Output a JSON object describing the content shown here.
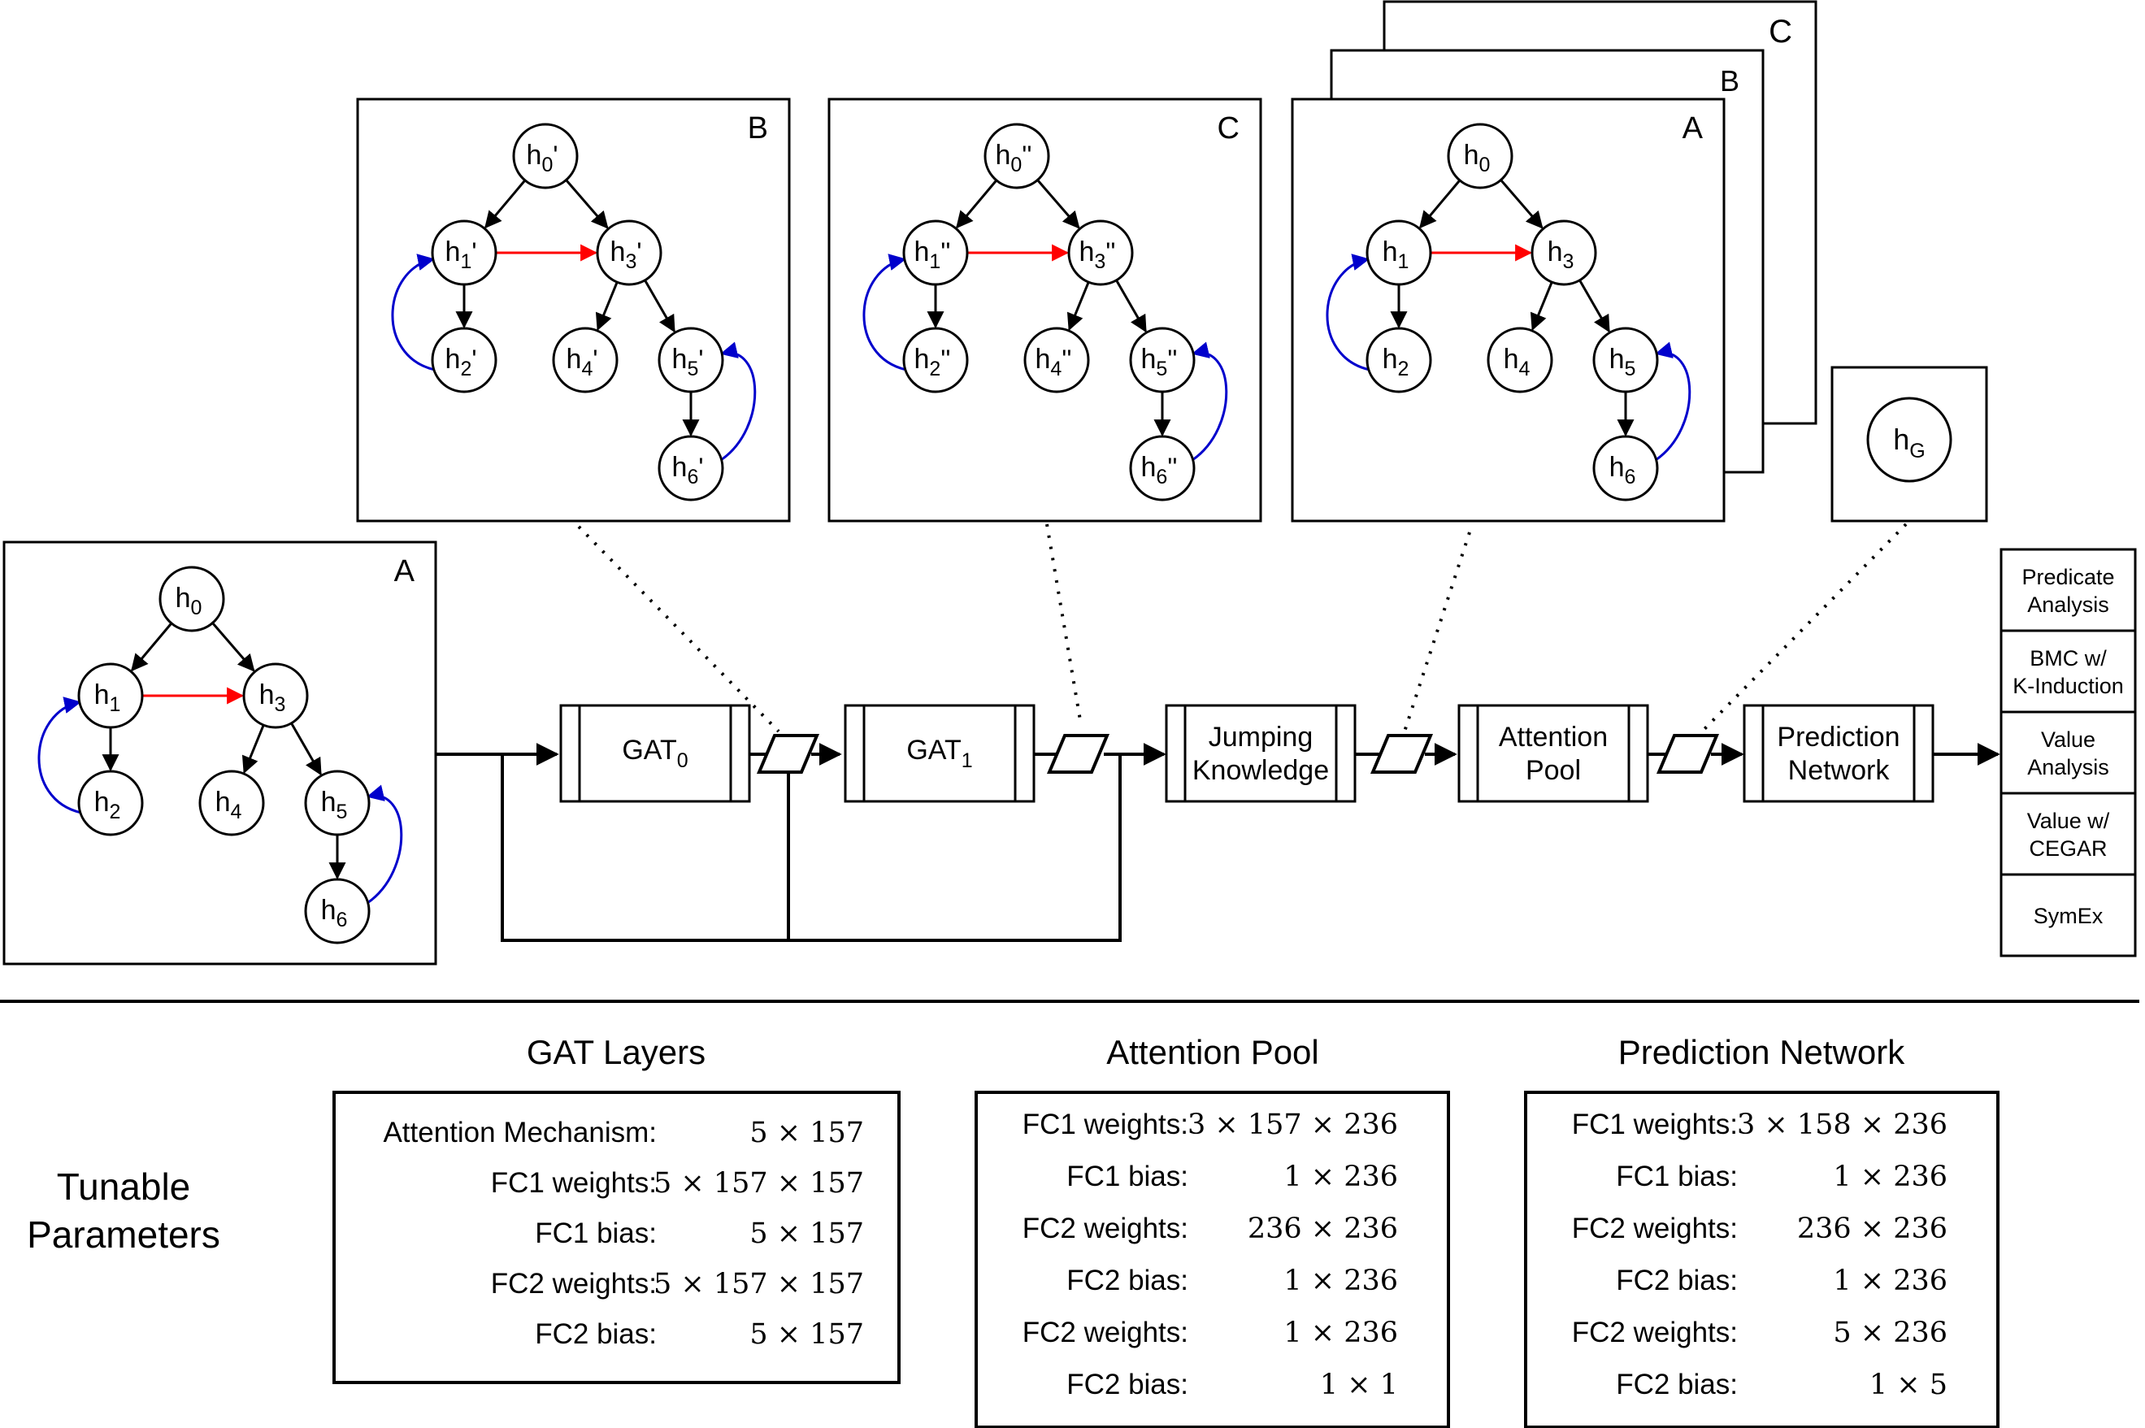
{
  "colors": {
    "ink": "#000000",
    "red_edge": "#ff0000",
    "blue_edge": "#0000cc",
    "background": "#ffffff"
  },
  "graph_panels": [
    {
      "id": "input-a",
      "label": "A",
      "suffix": ""
    },
    {
      "id": "layer-b",
      "label": "B",
      "suffix": "'"
    },
    {
      "id": "layer-c",
      "label": "C",
      "suffix": "''"
    },
    {
      "id": "jk-a",
      "label": "A",
      "suffix": ""
    }
  ],
  "stack_labels": [
    "C",
    "B"
  ],
  "nodes": [
    "h0",
    "h1",
    "h2",
    "h3",
    "h4",
    "h5",
    "h6"
  ],
  "graph_node": "hG",
  "pipeline": {
    "gat0": "GAT",
    "gat0_sub": "0",
    "gat1": "GAT",
    "gat1_sub": "1",
    "jk_line1": "Jumping",
    "jk_line2": "Knowledge",
    "pool_line1": "Attention",
    "pool_line2": "Pool",
    "pred_line1": "Prediction",
    "pred_line2": "Network"
  },
  "outputs": [
    [
      "Predicate",
      "Analysis"
    ],
    [
      "BMC w/",
      "K-Induction"
    ],
    [
      "Value",
      "Analysis"
    ],
    [
      "Value w/",
      "CEGAR"
    ],
    [
      "SymEx"
    ]
  ],
  "tunable": {
    "line1": "Tunable",
    "line2": "Parameters"
  },
  "tables": [
    {
      "title": "GAT Layers",
      "rows": [
        {
          "label": "Attention Mechanism:",
          "value": "5 × 157"
        },
        {
          "label": "FC1 weights:",
          "value": "5 × 157 × 157"
        },
        {
          "label": "FC1 bias:",
          "value": "5 × 157"
        },
        {
          "label": "FC2 weights:",
          "value": "5 × 157 × 157"
        },
        {
          "label": "FC2 bias:",
          "value": "5 × 157"
        }
      ]
    },
    {
      "title": "Attention Pool",
      "rows": [
        {
          "label": "FC1 weights:",
          "value": "3 × 157 × 236"
        },
        {
          "label": "FC1 bias:",
          "value": "1 × 236"
        },
        {
          "label": "FC2 weights:",
          "value": "236 × 236"
        },
        {
          "label": "FC2 bias:",
          "value": "1 × 236"
        },
        {
          "label": "FC2 weights:",
          "value": "1 × 236"
        },
        {
          "label": "FC2 bias:",
          "value": "1 × 1"
        }
      ]
    },
    {
      "title": "Prediction Network",
      "rows": [
        {
          "label": "FC1 weights:",
          "value": "3 × 158 × 236"
        },
        {
          "label": "FC1 bias:",
          "value": "1 × 236"
        },
        {
          "label": "FC2 weights:",
          "value": "236 × 236"
        },
        {
          "label": "FC2 bias:",
          "value": "1 × 236"
        },
        {
          "label": "FC2 weights:",
          "value": "5 × 236"
        },
        {
          "label": "FC2 bias:",
          "value": "1 × 5"
        }
      ]
    }
  ]
}
